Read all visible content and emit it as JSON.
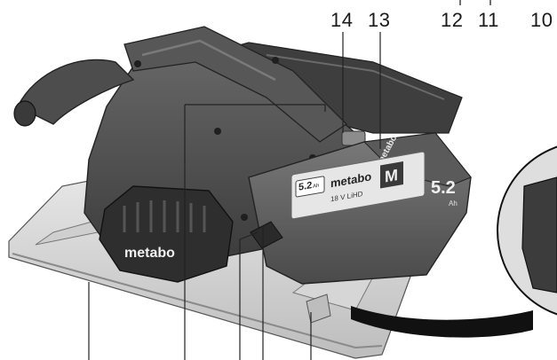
{
  "figure": {
    "callouts": [
      {
        "number": "14"
      },
      {
        "number": "13"
      },
      {
        "number": "12"
      },
      {
        "number": "11"
      },
      {
        "number": "10"
      }
    ],
    "product_labels": {
      "brand": "metabo",
      "battery_capacity": "5.2",
      "battery_unit": "Ah",
      "battery_platform": "18 V LiHD",
      "battery_end_capacity": "5.2",
      "battery_end_unit": "Ah",
      "battery_power_mark": "M"
    }
  }
}
